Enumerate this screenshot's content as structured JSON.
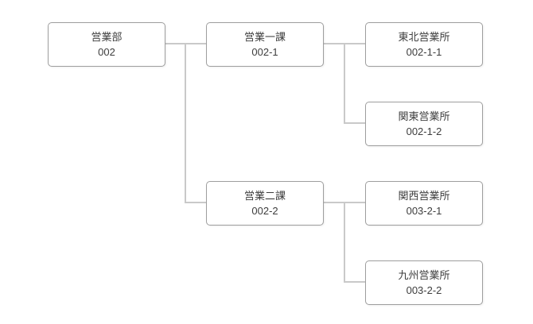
{
  "org_chart": {
    "root": {
      "name": "営業部",
      "code": "002",
      "children": [
        {
          "name": "営業一課",
          "code": "002-1",
          "children": [
            {
              "name": "東北営業所",
              "code": "002-1-1"
            },
            {
              "name": "関東営業所",
              "code": "002-1-2"
            }
          ]
        },
        {
          "name": "営業二課",
          "code": "002-2",
          "children": [
            {
              "name": "関西営業所",
              "code": "003-2-1"
            },
            {
              "name": "九州営業所",
              "code": "003-2-2"
            }
          ]
        }
      ]
    },
    "colors": {
      "background": "#ffffff",
      "box_fill": "#ffffff",
      "box_border": "#9e9e9e",
      "connector": "#c9c9c9",
      "text": "#3d3d3d"
    }
  }
}
